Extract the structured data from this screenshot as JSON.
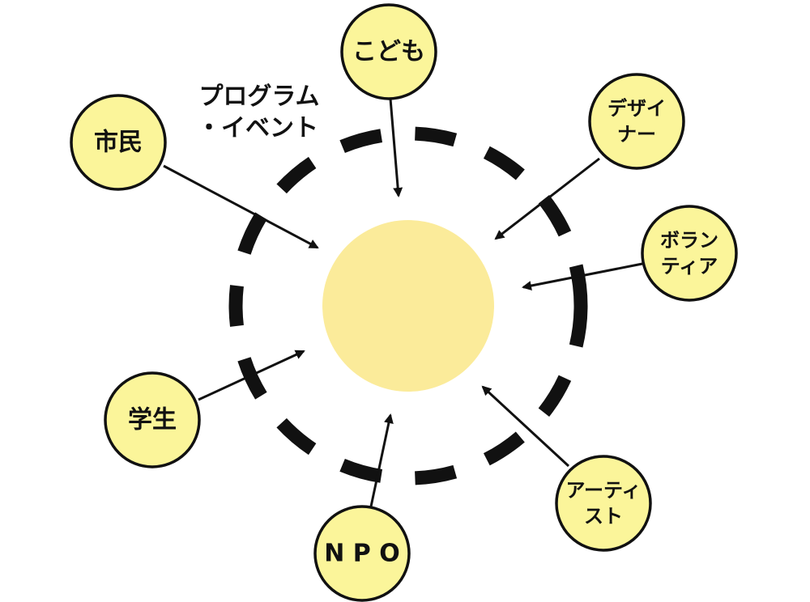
{
  "diagram": {
    "heading": [
      "プログラム",
      "・イベント"
    ],
    "center_color": "#fbeb9a",
    "node_color": "#fbf59a",
    "outline_color": "#111111",
    "nodes": [
      {
        "id": "kodomo",
        "lines": [
          "こども"
        ]
      },
      {
        "id": "designer",
        "lines": [
          "デザイ",
          "ナー"
        ]
      },
      {
        "id": "volunteer",
        "lines": [
          "ボラン",
          "ティア"
        ]
      },
      {
        "id": "artist",
        "lines": [
          "アーティ",
          "スト"
        ]
      },
      {
        "id": "npo",
        "lines": [
          "N P O"
        ]
      },
      {
        "id": "student",
        "lines": [
          "学生"
        ]
      },
      {
        "id": "citizen",
        "lines": [
          "市民"
        ]
      }
    ]
  }
}
